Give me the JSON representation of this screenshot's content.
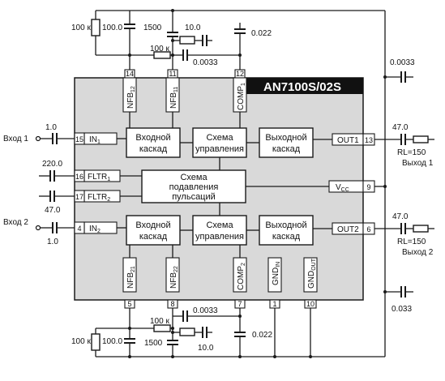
{
  "chip": {
    "name": "AN7100S/02S",
    "blocks": {
      "input1": [
        "Входной",
        "каскад"
      ],
      "control1": [
        "Схема",
        "управления"
      ],
      "output1": [
        "Выходной",
        "каскад"
      ],
      "ripple": [
        "Схема",
        "подавления",
        "пульсаций"
      ],
      "input2": [
        "Входной",
        "каскад"
      ],
      "control2": [
        "Схема",
        "управления"
      ],
      "output2": [
        "Выходной",
        "каскад"
      ]
    },
    "pins": [
      {
        "num": "14",
        "label": "NFB",
        "sub": "12"
      },
      {
        "num": "11",
        "label": "NFB",
        "sub": "11"
      },
      {
        "num": "12",
        "label": "COMP",
        "sub": "1"
      },
      {
        "num": "15",
        "label": "IN",
        "sub": "1"
      },
      {
        "num": "16",
        "label": "FLTR",
        "sub": "1"
      },
      {
        "num": "17",
        "label": "FLTR",
        "sub": "2"
      },
      {
        "num": "4",
        "label": "IN",
        "sub": "2"
      },
      {
        "num": "13",
        "label": "OUT1",
        "sub": ""
      },
      {
        "num": "9",
        "label": "V",
        "sub": "CC"
      },
      {
        "num": "6",
        "label": "OUT2",
        "sub": ""
      },
      {
        "num": "5",
        "label": "NFB",
        "sub": "21"
      },
      {
        "num": "8",
        "label": "NFB",
        "sub": "22"
      },
      {
        "num": "7",
        "label": "COMP",
        "sub": "2"
      },
      {
        "num": "1",
        "label": "GND",
        "sub": "IN"
      },
      {
        "num": "10",
        "label": "GND",
        "sub": "OUT"
      }
    ]
  },
  "components": {
    "top_r_nfb": "100 к",
    "top_c_nfb": "100.0",
    "top_c_1500": "1500",
    "top_c_10": "10.0",
    "top_r_100k": "100 к",
    "top_c_0033": "0.0033",
    "top_c_022": "0.022",
    "out1_bypass": "0.0033",
    "out1_cap": "47.0",
    "in1_cap": "1.0",
    "fltr1_cap": "220.0",
    "fltr2_cap": "47.0",
    "in2_cap": "1.0",
    "out2_cap": "47.0",
    "bot_r_nfb": "100 к",
    "bot_c_nfb": "100.0",
    "bot_r_100k": "100 к",
    "bot_c_0033": "0.0033",
    "bot_c_1500": "1500",
    "bot_c_10": "10.0",
    "bot_c_022": "0.022",
    "bot_bypass": "0.033"
  },
  "signals": {
    "input1": "Вход 1",
    "input2": "Вход 2",
    "load1": "RL=150",
    "output1": "Выход 1",
    "load2": "RL=150",
    "output2": "Выход 2"
  }
}
